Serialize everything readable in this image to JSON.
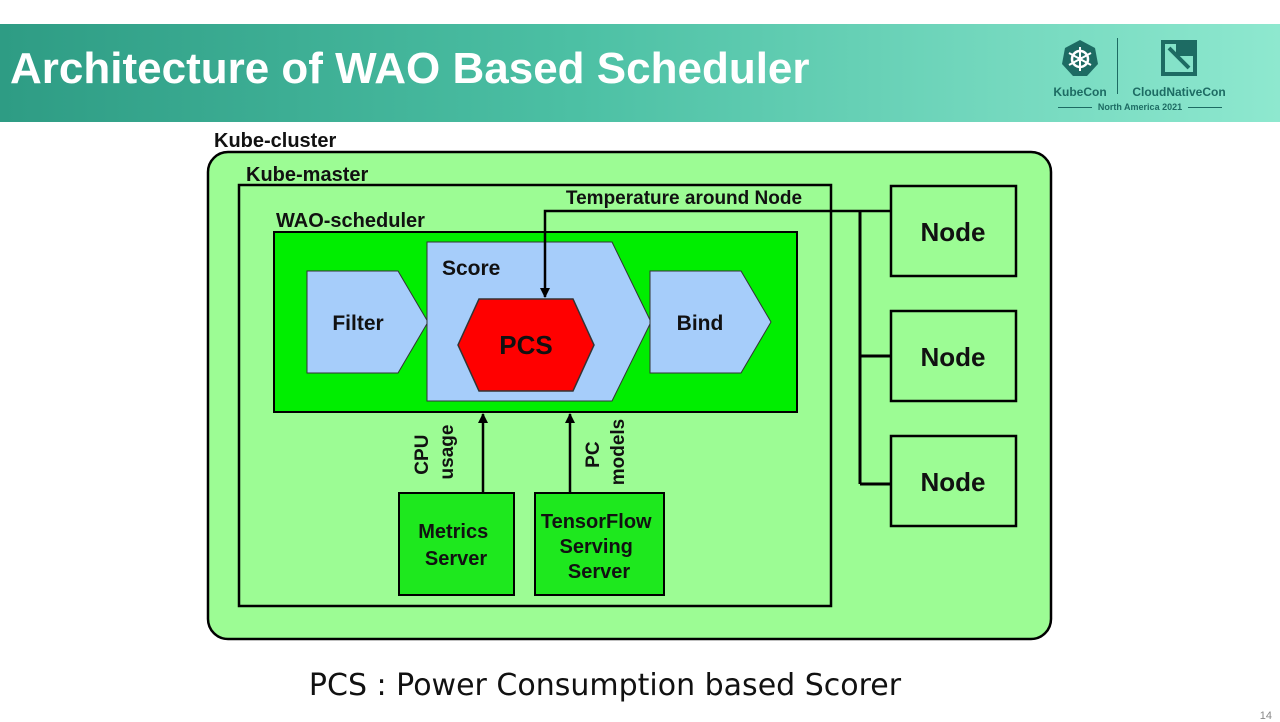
{
  "slide": {
    "title": "Architecture of WAO Based Scheduler",
    "footer": "PCS : Power Consumption based Scorer",
    "page_number": "14"
  },
  "logos": {
    "kubecon": "KubeCon",
    "cloudnativecon": "CloudNativeCon",
    "event": "North America 2021"
  },
  "diagram": {
    "cluster_label": "Kube-cluster",
    "master_label": "Kube-master",
    "scheduler_label": "WAO-scheduler",
    "temperature_label": "Temperature around Node",
    "filter_label": "Filter",
    "score_label": "Score",
    "pcs_label": "PCS",
    "bind_label": "Bind",
    "cpu_usage_label": [
      "CPU",
      "usage"
    ],
    "pc_models_label": [
      "PC",
      "models"
    ],
    "metrics_server": [
      "Metrics",
      "Server"
    ],
    "tensorflow_server": [
      "TensorFlow",
      "Serving",
      "Server"
    ],
    "nodes": [
      "Node",
      "Node",
      "Node"
    ]
  },
  "colors": {
    "cluster_fill": "#9cfc94",
    "scheduler_fill": "#00ee00",
    "stage_fill": "#a6cdfa",
    "pcs_fill": "#ff0000",
    "server_fill": "#1ee81e",
    "node_fill": "#9cfc94"
  }
}
